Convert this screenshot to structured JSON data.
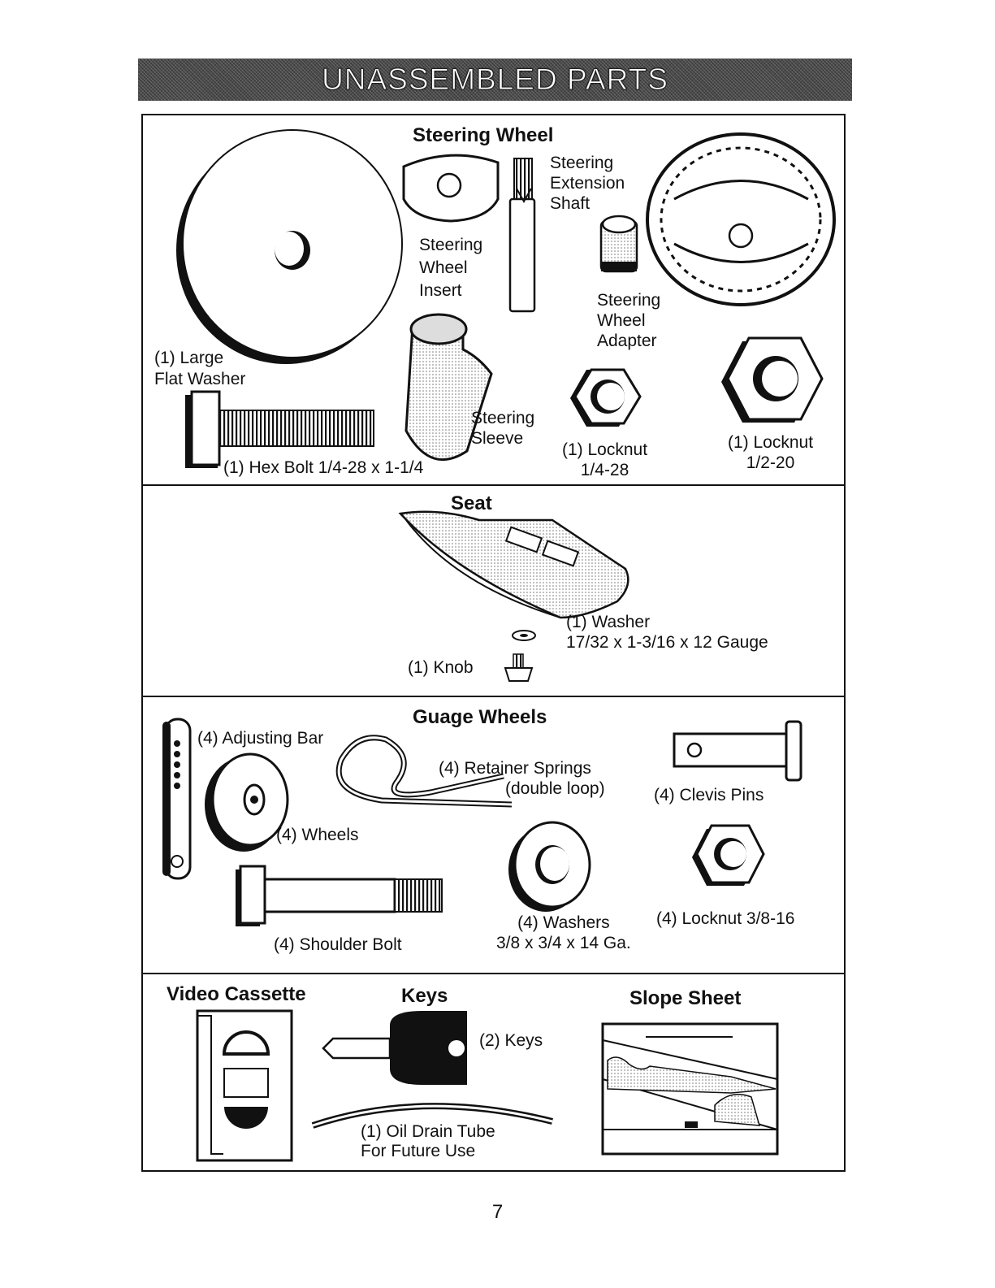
{
  "page_title": "UNASSEMBLED PARTS",
  "page_number": "7",
  "steering": {
    "heading": "Steering Wheel",
    "extension_shaft": "Steering\nExtension\nShaft",
    "wheel_insert": "Steering\nWheel\nInsert",
    "wheel_adapter": "Steering\nWheel\nAdapter",
    "large_flat_washer": "(1) Large\nFlat Washer",
    "steering_sleeve": "Steering\nSleeve",
    "hex_bolt": "(1) Hex Bolt  1/4-28 x 1-1/4",
    "locknut_small": "(1) Locknut\n1/4-28",
    "locknut_large": "(1) Locknut\n1/2-20"
  },
  "seat": {
    "heading": "Seat",
    "washer": "(1) Washer\n17/32 x 1-3/16 x 12 Gauge",
    "knob": "(1) Knob"
  },
  "gauge_wheels": {
    "heading": "Guage Wheels",
    "adjusting_bar": "(4) Adjusting Bar",
    "retainer_springs": "(4)  Retainer Springs",
    "double_loop": "(double loop)",
    "clevis_pins": "(4) Clevis Pins",
    "wheels": "(4) Wheels",
    "shoulder_bolt": "(4) Shoulder Bolt",
    "washers": "(4) Washers\n3/8 x 3/4 x 14 Ga.",
    "locknut": "(4) Locknut  3/8-16"
  },
  "misc": {
    "video_heading": "Video Cassette",
    "keys_heading": "Keys",
    "keys_label": "(2) Keys",
    "oil_tube": "(1) Oil Drain Tube\nFor Future Use",
    "slope_heading": "Slope Sheet"
  }
}
